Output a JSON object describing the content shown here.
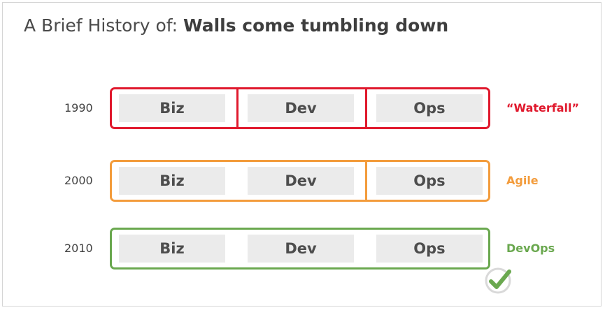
{
  "title": {
    "prefix": "A Brief History of: ",
    "emphasis": "Walls come tumbling down"
  },
  "rows": [
    {
      "year": "1990",
      "cells": [
        "Biz",
        "Dev",
        "Ops"
      ],
      "label": "“Waterfall”",
      "color": "#e0192d"
    },
    {
      "year": "2000",
      "cells": [
        "Biz",
        "Dev",
        "Ops"
      ],
      "label": "Agile",
      "color": "#f39c3c"
    },
    {
      "year": "2010",
      "cells": [
        "Biz",
        "Dev",
        "Ops"
      ],
      "label": "DevOps",
      "color": "#6aa84f"
    }
  ],
  "check_color": "#6aa84f"
}
